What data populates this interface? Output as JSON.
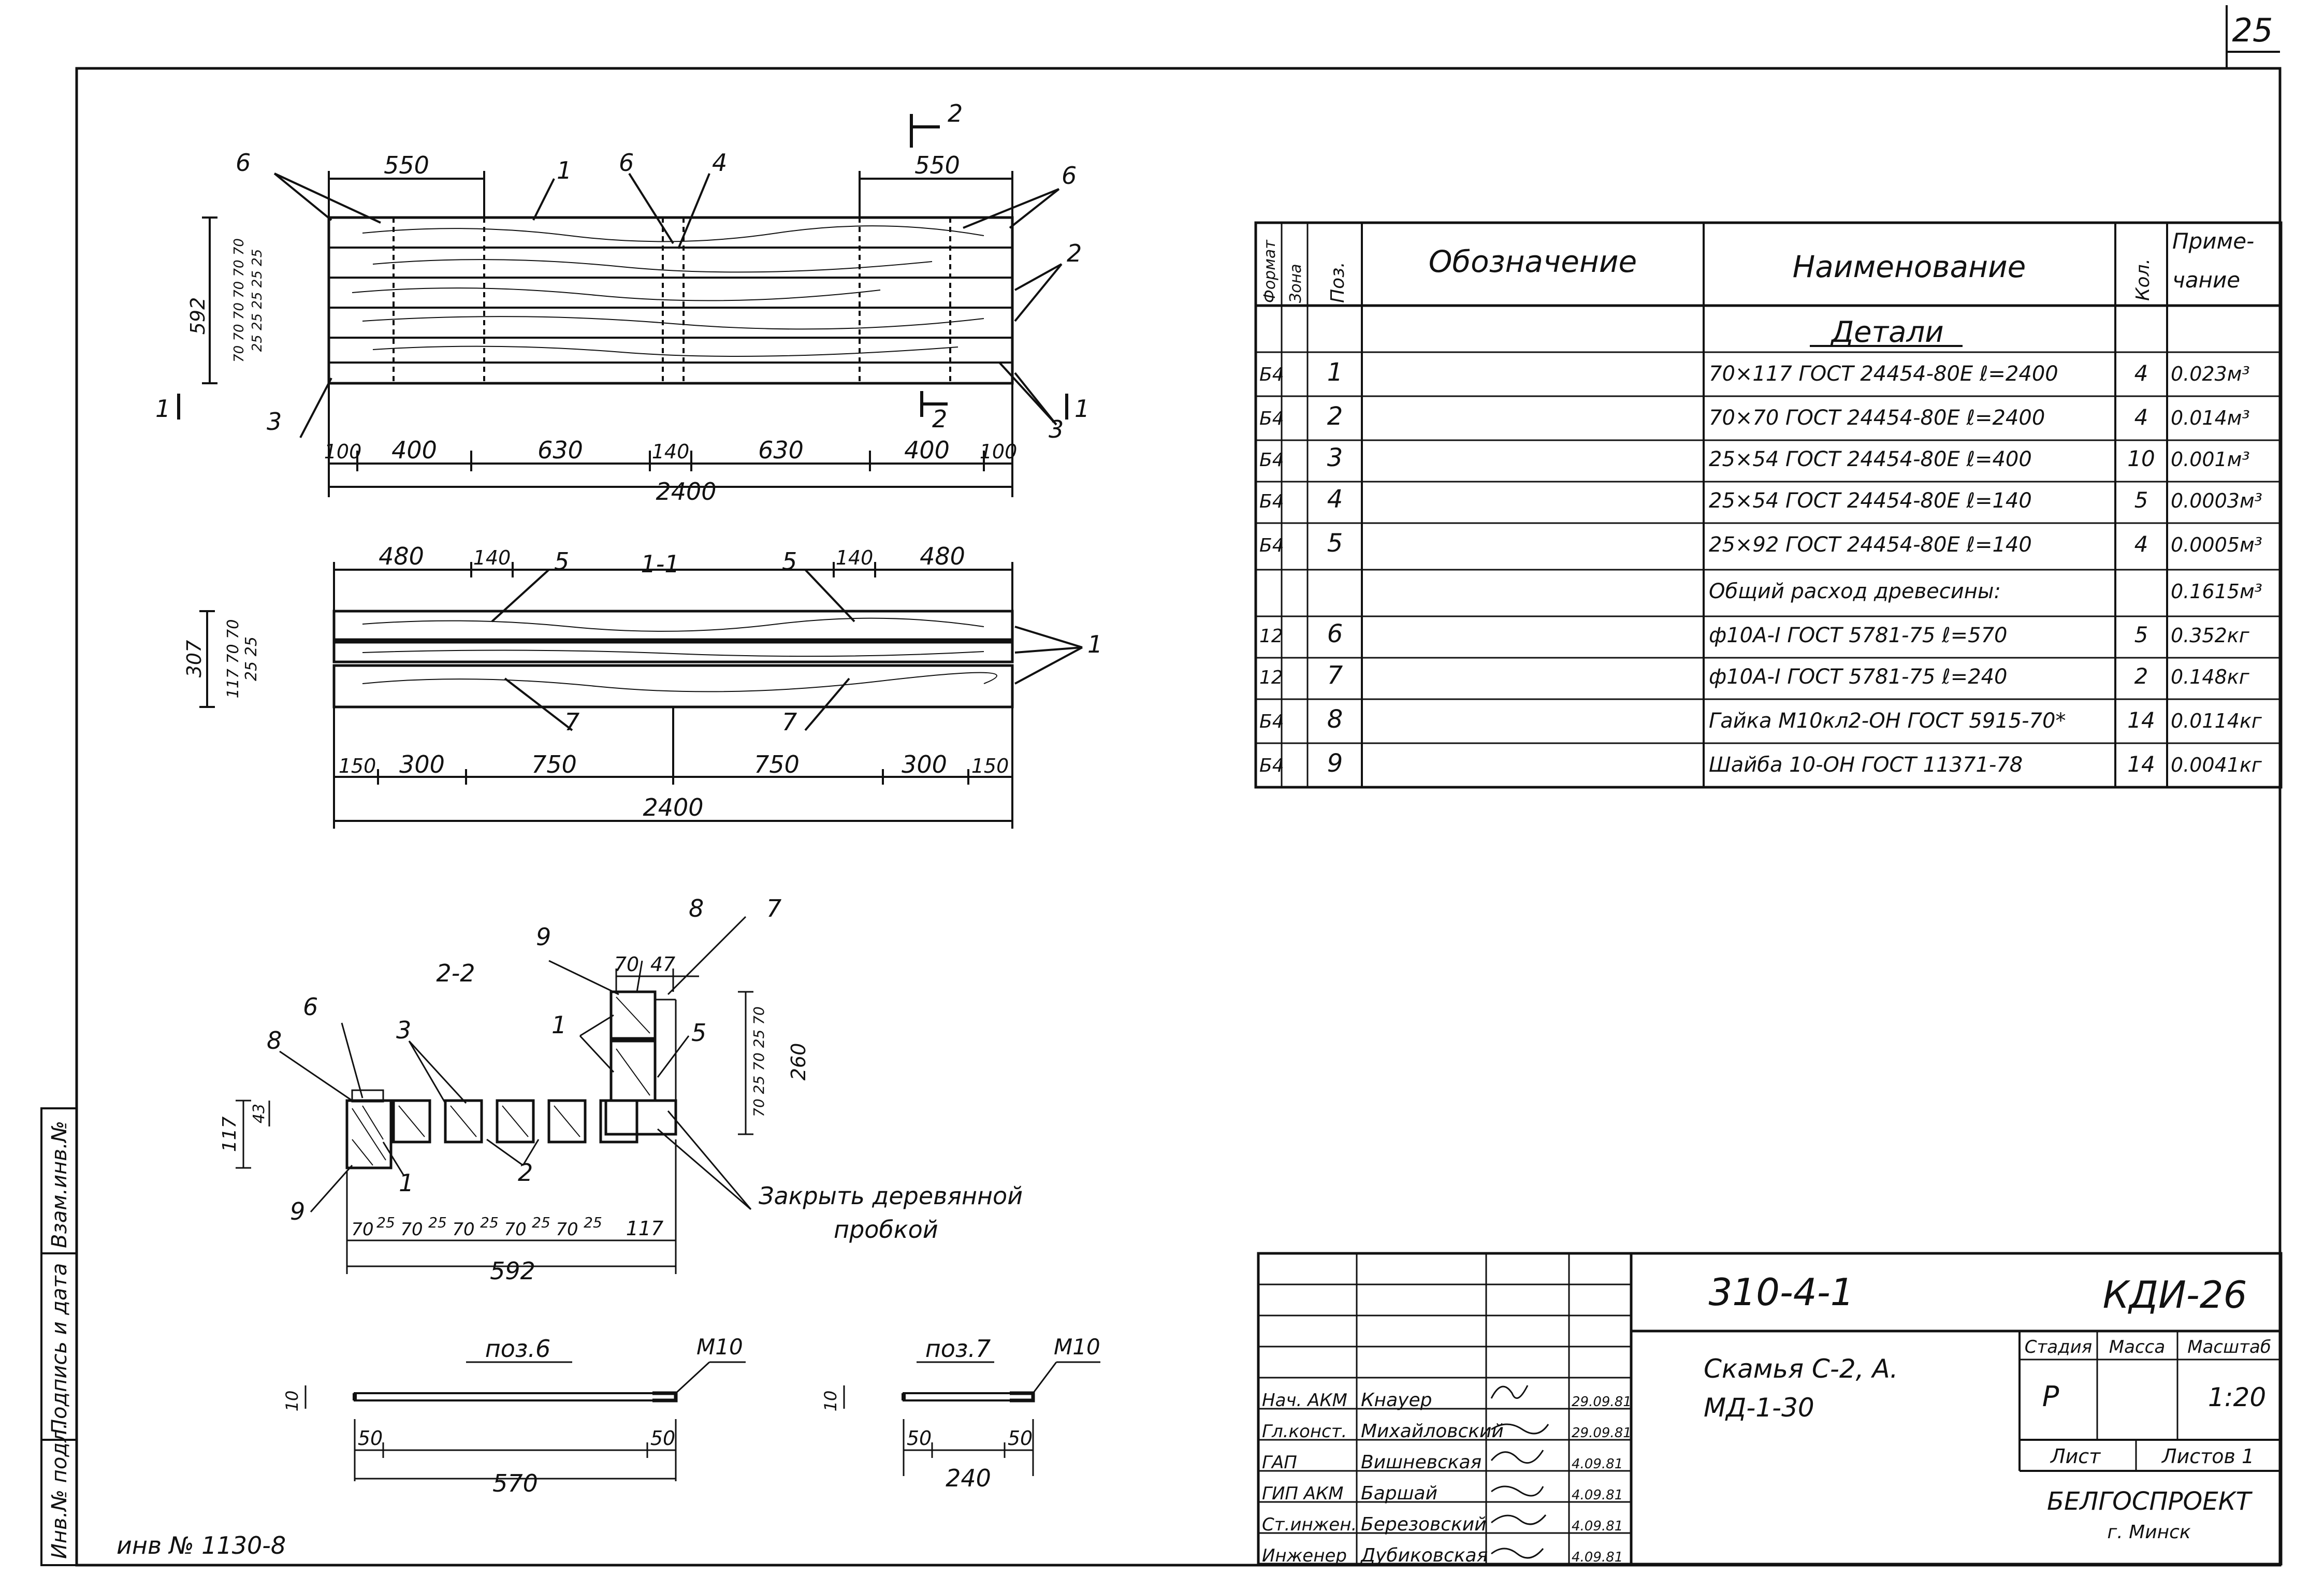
{
  "page_number": "25",
  "inventory_note": "инв № 1130-8",
  "left_strip": {
    "items": [
      "Инв.№ подл.",
      "Подпись и дата",
      "Взам.инв.№"
    ]
  },
  "plan_view": {
    "dims_top": [
      "550",
      "550"
    ],
    "dims_bottom": [
      "100",
      "400",
      "630",
      "140",
      "630",
      "400",
      "100"
    ],
    "total": "2400",
    "dims_side": [
      "592",
      "70 70 70 70 70 70",
      "25 25 25 25 25"
    ],
    "callouts": [
      "6",
      "1",
      "6",
      "4",
      "6",
      "2",
      "3",
      "3"
    ],
    "section_marks": [
      "2",
      "2",
      "1",
      "1"
    ]
  },
  "section_1_1": {
    "title": "1-1",
    "dims_top": [
      "480",
      "140",
      "140",
      "480"
    ],
    "dims_bottom": [
      "150",
      "300",
      "750",
      "750",
      "300",
      "150"
    ],
    "total": "2400",
    "dims_side": [
      "307",
      "117 70 70",
      "25 25"
    ],
    "callouts": [
      "5",
      "5",
      "1",
      "7",
      "7"
    ]
  },
  "section_2_2": {
    "title": "2-2",
    "dims_top": [
      "70",
      "47"
    ],
    "dims_side_right": [
      "260",
      "70 25 70 25 70"
    ],
    "dims_side_left": [
      "117",
      "43"
    ],
    "dims_bottom": [
      "70",
      "25",
      "70",
      "25",
      "70",
      "25",
      "70",
      "25",
      "70",
      "25",
      "117"
    ],
    "total": "592",
    "callouts": [
      "9",
      "8",
      "7",
      "6",
      "8",
      "3",
      "1",
      "5",
      "9",
      "1",
      "2"
    ],
    "note": [
      "Закрыть деревянной",
      "пробкой"
    ]
  },
  "pos6": {
    "title": "поз.6",
    "thread": "М10",
    "dia": "10",
    "ends": [
      "50",
      "50"
    ],
    "length": "570"
  },
  "pos7": {
    "title": "поз.7",
    "thread": "М10",
    "dia": "10",
    "ends": [
      "50",
      "50"
    ],
    "length": "240"
  },
  "spec": {
    "headers": [
      "Формат",
      "Зона",
      "Поз.",
      "Обозначение",
      "Наименование",
      "Кол.",
      "Приме-\nчание"
    ],
    "section_title": "Детали",
    "rows": [
      {
        "fmt": "Б4",
        "zone": "",
        "pos": "1",
        "desig": "",
        "name": "70×117 ГОСТ 24454-80Е  ℓ=2400",
        "qty": "4",
        "note": "0.023м³"
      },
      {
        "fmt": "Б4",
        "zone": "",
        "pos": "2",
        "desig": "",
        "name": "70×70 ГОСТ 24454-80Е  ℓ=2400",
        "qty": "4",
        "note": "0.014м³"
      },
      {
        "fmt": "Б4",
        "zone": "",
        "pos": "3",
        "desig": "",
        "name": "25×54 ГОСТ 24454-80Е  ℓ=400",
        "qty": "10",
        "note": "0.001м³"
      },
      {
        "fmt": "Б4",
        "zone": "",
        "pos": "4",
        "desig": "",
        "name": "25×54 ГОСТ 24454-80Е  ℓ=140",
        "qty": "5",
        "note": "0.0003м³"
      },
      {
        "fmt": "Б4",
        "zone": "",
        "pos": "5",
        "desig": "",
        "name": "25×92 ГОСТ 24454-80Е  ℓ=140",
        "qty": "4",
        "note": "0.0005м³"
      },
      {
        "fmt": "",
        "zone": "",
        "pos": "",
        "desig": "",
        "name": "Общий расход древесины:",
        "qty": "",
        "note": "0.1615м³"
      },
      {
        "fmt": "12",
        "zone": "",
        "pos": "6",
        "desig": "",
        "name": "ф10А-I ГОСТ 5781-75  ℓ=570",
        "qty": "5",
        "note": "0.352кг"
      },
      {
        "fmt": "12",
        "zone": "",
        "pos": "7",
        "desig": "",
        "name": "ф10А-I ГОСТ 5781-75  ℓ=240",
        "qty": "2",
        "note": "0.148кг"
      },
      {
        "fmt": "Б4",
        "zone": "",
        "pos": "8",
        "desig": "",
        "name": "Гайка М10кл2-ОН ГОСТ 5915-70*",
        "qty": "14",
        "note": "0.0114кг"
      },
      {
        "fmt": "Б4",
        "zone": "",
        "pos": "9",
        "desig": "",
        "name": "Шайба 10-ОН ГОСТ 11371-78",
        "qty": "14",
        "note": "0.0041кг"
      }
    ]
  },
  "title_block": {
    "doc_code": "310-4-1",
    "sheet_code": "КДИ-26",
    "title_lines": [
      "Скамья С-2, А.",
      "МД-1-30"
    ],
    "stage_label": "Стадия",
    "mass_label": "Масса",
    "scale_label": "Масштаб",
    "stage": "Р",
    "scale": "1:20",
    "sheet_label": "Лист",
    "sheets_label": "Листов 1",
    "org": "БЕЛГОСПРОЕКТ",
    "city": "г. Минск",
    "signers": [
      {
        "role": "Нач. АКМ",
        "name": "Кнауер",
        "date": "29.09.81"
      },
      {
        "role": "Гл.конст.",
        "name": "Михайловский",
        "date": "29.09.81"
      },
      {
        "role": "ГАП",
        "name": "Вишневская",
        "date": "4.09.81"
      },
      {
        "role": "ГИП АКМ",
        "name": "Баршай",
        "date": "4.09.81"
      },
      {
        "role": "Ст.инжен.",
        "name": "Березовский",
        "date": "4.09.81"
      },
      {
        "role": "Инженер",
        "name": "Дубиковская",
        "date": "4.09.81"
      }
    ]
  }
}
